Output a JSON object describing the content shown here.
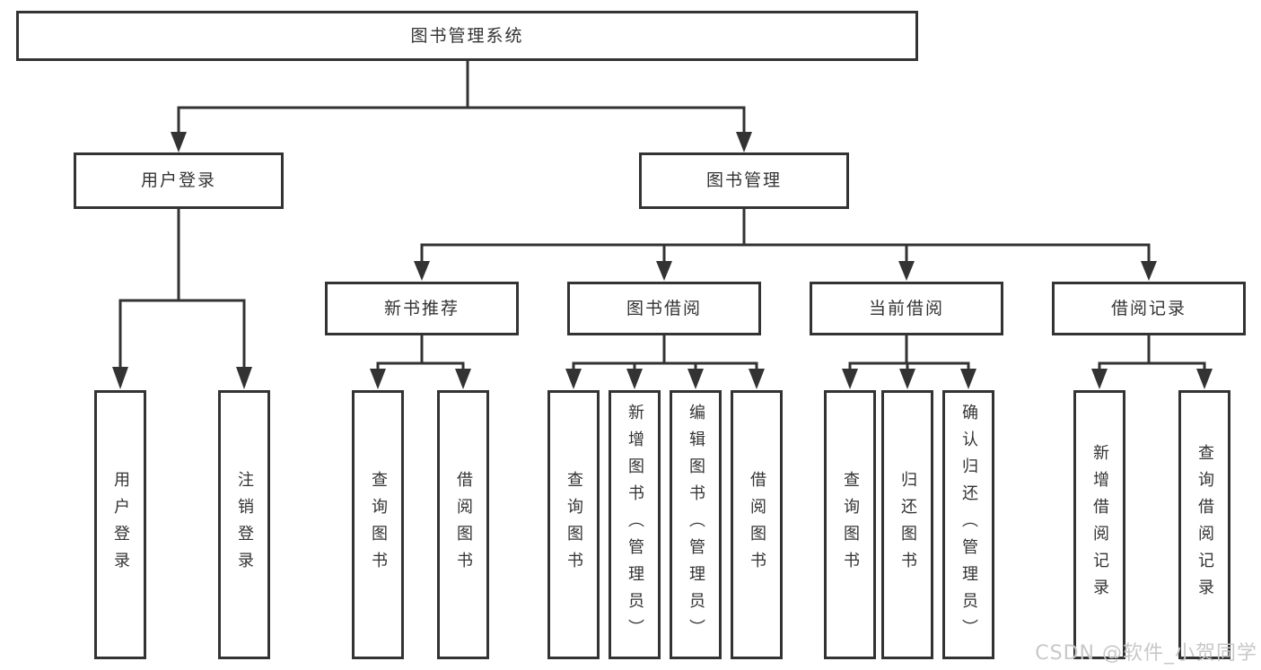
{
  "tree": {
    "label": "图书管理系统",
    "children": [
      {
        "label": "用户登录",
        "children": [
          {
            "label": "用户登录"
          },
          {
            "label": "注销登录"
          }
        ]
      },
      {
        "label": "图书管理",
        "children": [
          {
            "label": "新书推荐",
            "children": [
              {
                "label": "查询图书"
              },
              {
                "label": "借阅图书"
              }
            ]
          },
          {
            "label": "图书借阅",
            "children": [
              {
                "label": "查询图书"
              },
              {
                "label": "新增图书（管理员）"
              },
              {
                "label": "编辑图书（管理员）"
              },
              {
                "label": "借阅图书"
              }
            ]
          },
          {
            "label": "当前借阅",
            "children": [
              {
                "label": "查询图书"
              },
              {
                "label": "归还图书"
              },
              {
                "label": "确认归还（管理员）"
              }
            ]
          },
          {
            "label": "借阅记录",
            "children": [
              {
                "label": "新增借阅记录"
              },
              {
                "label": "查询借阅记录"
              }
            ]
          }
        ]
      }
    ]
  },
  "watermark": {
    "text": "CSDN @软件_小贺同学"
  },
  "colors": {
    "line": "#333333",
    "box_border": "#333333",
    "box_fill": "#ffffff",
    "text": "#333333",
    "watermark": "#c8c8c8",
    "background": "#ffffff"
  }
}
